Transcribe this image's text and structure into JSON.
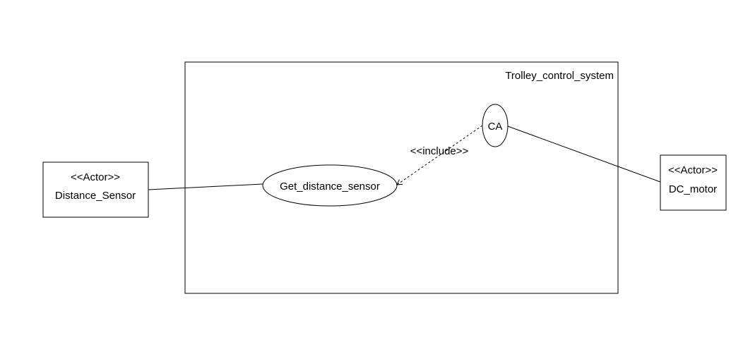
{
  "system": {
    "name": "Trolley_control_system"
  },
  "actors": {
    "left": {
      "stereotype": "<<Actor>>",
      "name": "Distance_Sensor"
    },
    "right": {
      "stereotype": "<<Actor>>",
      "name": "DC_motor"
    }
  },
  "use_cases": {
    "ca": {
      "name": "CA"
    },
    "get_distance": {
      "name": "Get_distance_sensor"
    }
  },
  "relations": {
    "include": {
      "label": "<<include>>"
    }
  }
}
